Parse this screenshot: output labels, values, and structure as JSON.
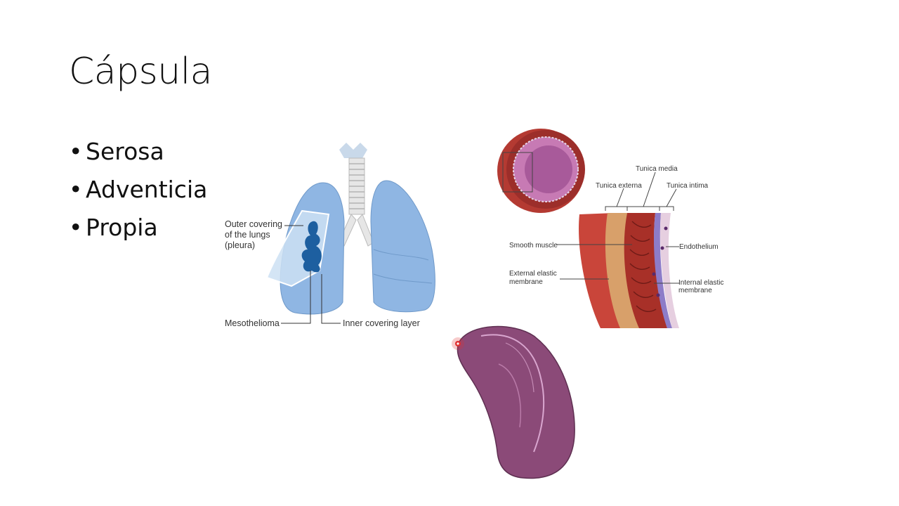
{
  "slide": {
    "title": "Cápsula",
    "bullets": [
      "Serosa",
      "Adventicia",
      "Propia"
    ]
  },
  "lung_figure": {
    "labels": {
      "outer_line1": "Outer covering",
      "outer_line2": "of the lungs",
      "outer_line3": "(pleura)",
      "mesothelioma": "Mesothelioma",
      "inner": "Inner covering layer"
    },
    "colors": {
      "lung": "#8fb6e3",
      "tumor": "#1d5fa0",
      "trachea": "#c9d9ea"
    }
  },
  "vessel_figure": {
    "labels": {
      "tunica_media": "Tunica media",
      "tunica_externa": "Tunica externa",
      "tunica_intima": "Tunica intima",
      "smooth_muscle": "Smooth muscle",
      "endothelium": "Endothelium",
      "external_elastic_1": "External elastic",
      "external_elastic_2": "membrane",
      "internal_elastic_1": "Internal elastic",
      "internal_elastic_2": "membrane"
    },
    "colors": {
      "wall": "#b43a32",
      "lumen": "#c77ab4",
      "elastic": "#8d7cc8"
    }
  },
  "spleen_figure": {
    "colors": {
      "organ": "#8b4a78",
      "highlight": "#d9a6cf",
      "marker": "#e03030"
    }
  }
}
